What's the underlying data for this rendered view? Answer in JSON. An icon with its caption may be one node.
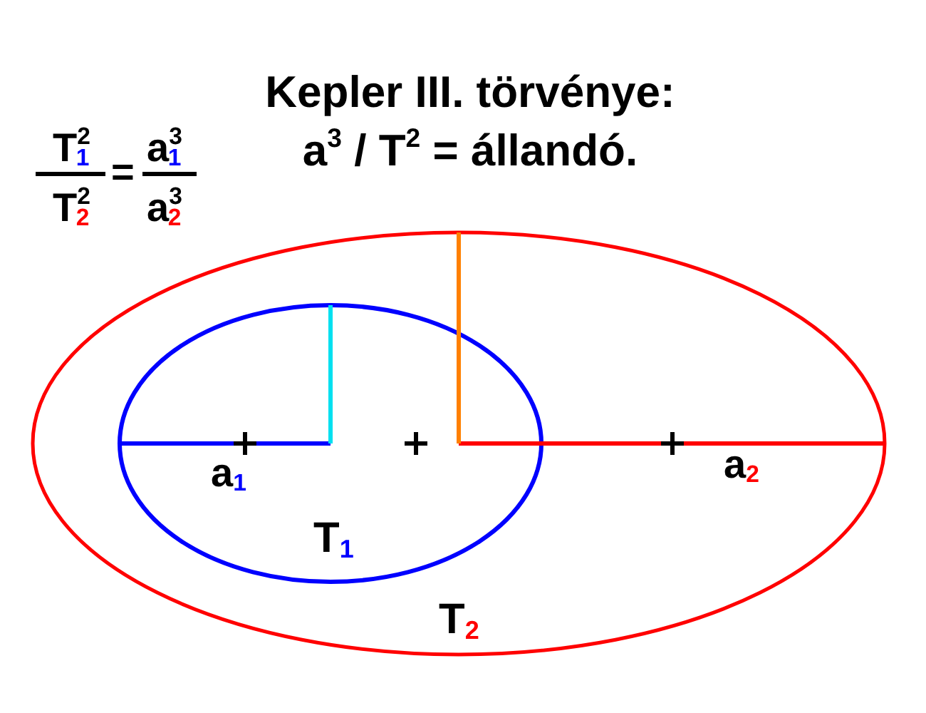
{
  "diagram": {
    "title": "Kepler III. törvénye: a$^{3}$ / T$^{2}$ = állandó.",
    "labels": [
      "T$^{2}$$_{1}$",
      "T$^{2}$$_{2}$",
      "=",
      "a$^{3}$$_{1}$",
      "a$^{3}$$_{2}$",
      "a$_{1}$",
      "a$_{2}$",
      "T$_{1}$",
      "T$_{2}$"
    ]
  }
}
